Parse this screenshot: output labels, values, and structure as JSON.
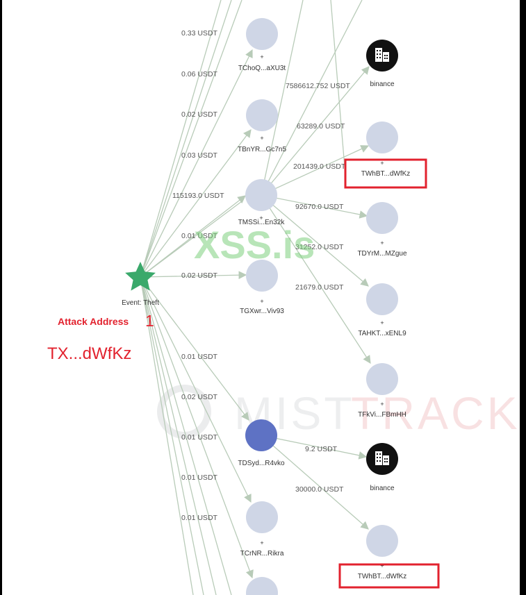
{
  "event_node": {
    "label": "Event: Theft"
  },
  "annotation": {
    "title": "Attack Address",
    "number": "1",
    "address": "TX...dWfKz"
  },
  "watermarks": {
    "site": "XSS.is",
    "brand_left": "MIST",
    "brand_right": "TRACK"
  },
  "nodes": [
    {
      "id": "choq",
      "label": "TChoQ...aXU3t"
    },
    {
      "id": "bnyr",
      "label": "TBnYR...Gc7n5"
    },
    {
      "id": "mssi",
      "label": "TMSSi...En32k"
    },
    {
      "id": "gxwr",
      "label": "TGXwr...Viv93"
    },
    {
      "id": "tdsyd",
      "label": "TDSyd...R4vko"
    },
    {
      "id": "tcrnr",
      "label": "TCrNR...Rikra"
    },
    {
      "id": "binance1",
      "label": "binance"
    },
    {
      "id": "twhbt1",
      "label": "TWhBT...dWfKz"
    },
    {
      "id": "tdyrm",
      "label": "TDYrM...MZgue"
    },
    {
      "id": "tahkt",
      "label": "TAHKT...xENL9"
    },
    {
      "id": "tfkvi",
      "label": "TFkVi...FBmHH"
    },
    {
      "id": "binance2",
      "label": "binance"
    },
    {
      "id": "twhbt2",
      "label": "TWhBT...dWfKz"
    }
  ],
  "edge_labels": [
    "0.33 USDT",
    "0.06 USDT",
    "0.02 USDT",
    "0.03 USDT",
    "115193.0 USDT",
    "0.01 USDT",
    "0.02 USDT",
    "0.01 USDT",
    "0.02 USDT",
    "0.01 USDT",
    "0.01 USDT",
    "0.01 USDT",
    "7586612.752 USDT",
    "63289.0 USDT",
    "201439.0 USDT",
    "92670.0 USDT",
    "31252.0 USDT",
    "21679.0 USDT",
    "9.2 USDT",
    "30000.0 USDT"
  ],
  "colors": {
    "node": "#cfd6e6",
    "highlighted_node": "#5e72c4",
    "event_star": "#3aa96b",
    "exchange": "#111111",
    "annotation": "#e2222e",
    "edge": "#b8cbb8"
  }
}
